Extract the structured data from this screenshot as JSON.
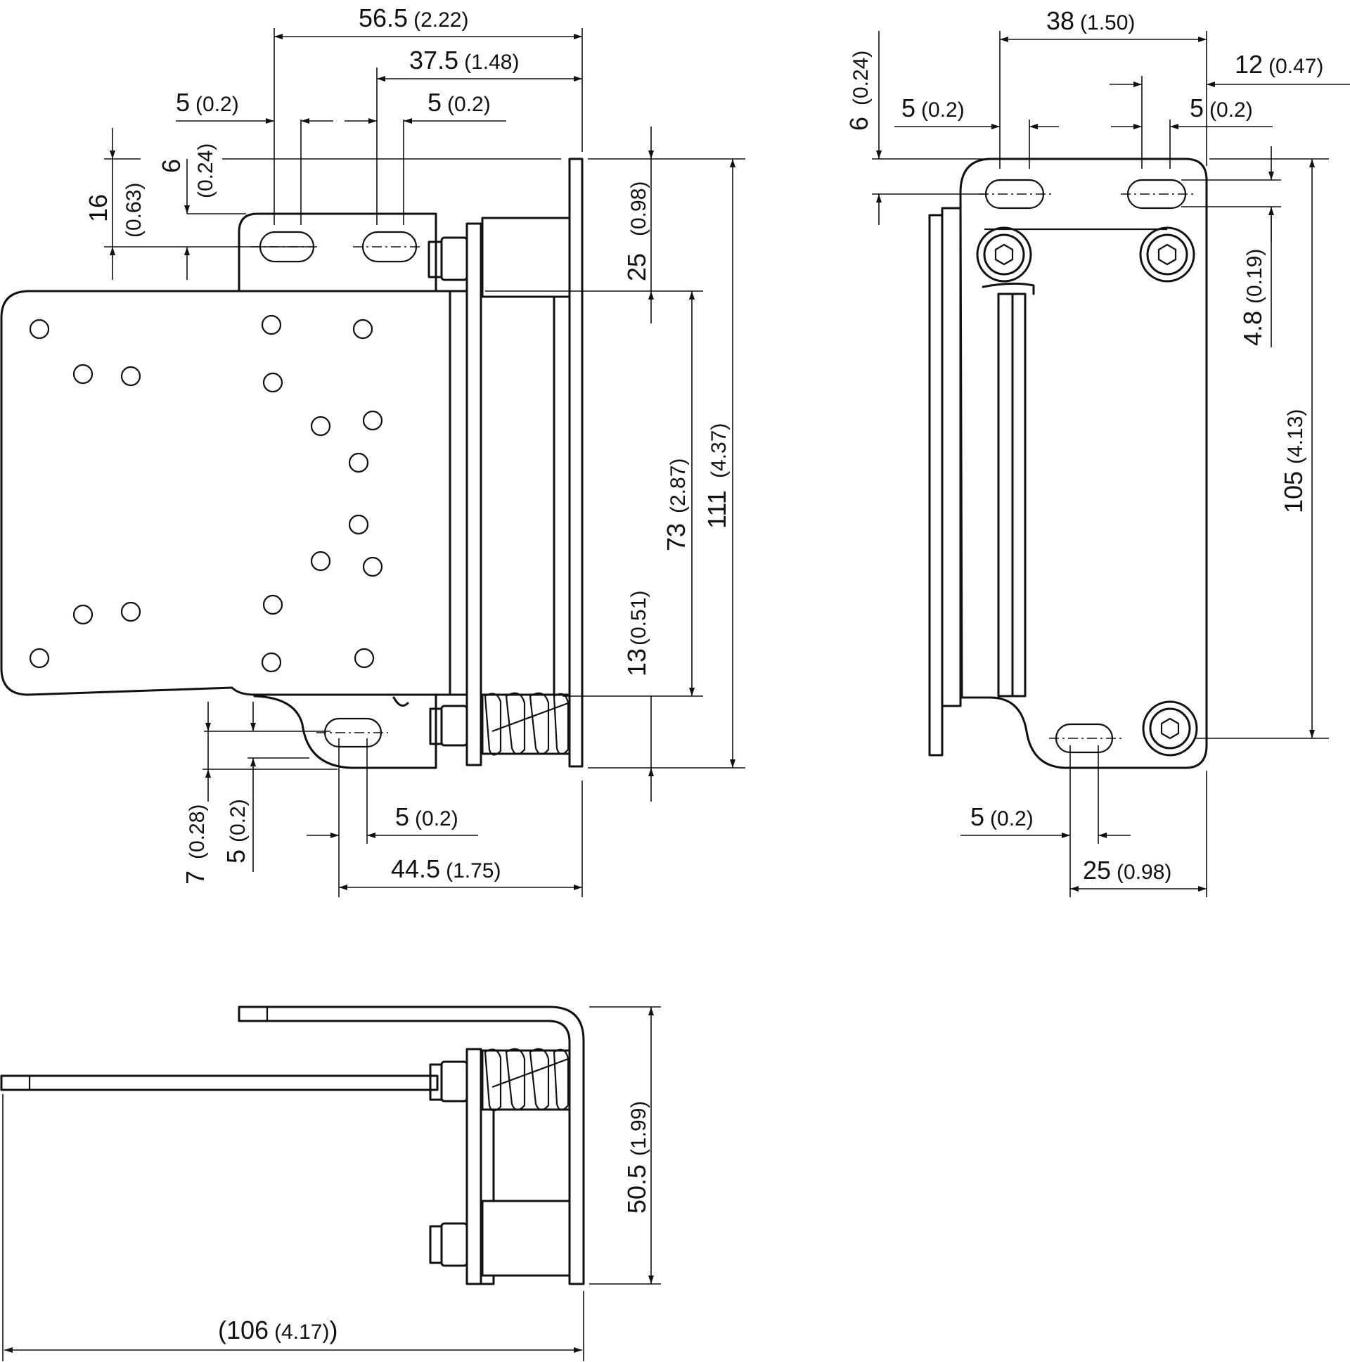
{
  "colors": {
    "ink": "#111111",
    "background": "#ffffff"
  },
  "labels": {
    "d56_5": "56.5",
    "d56_5_in": "(2.22)",
    "d37_5": "37.5",
    "d37_5_in": "(1.48)",
    "d5_tl": "5",
    "d5_tl_in": "(0.2)",
    "d5_tc": "5",
    "d5_tc_in": "(0.2)",
    "d6_l": "6",
    "d6_l_in": "(0.24)",
    "d16": "16",
    "d16_in": "(0.63)",
    "d25_v": "25",
    "d25_v_in": "(0.98)",
    "d73": "73",
    "d73_in": "(2.87)",
    "d111": "111",
    "d111_in": "(4.37)",
    "d13": "13",
    "d13_in": "(0.51)",
    "d7": "7",
    "d7_in": "(0.28)",
    "d5_bl": "5",
    "d5_bl_in": "(0.2)",
    "d5_bh": "5",
    "d5_bh_in": "(0.2)",
    "d44_5": "44.5",
    "d44_5_in": "(1.75)",
    "d38": "38",
    "d38_in": "(1.50)",
    "d12": "12",
    "d12_in": "(0.47)",
    "d6_r": "6",
    "d6_r_in": "(0.24)",
    "d5_rl": "5",
    "d5_rl_in": "(0.2)",
    "d5_rr": "5",
    "d5_rr_in": "(0.2)",
    "d4_8": "4.8",
    "d4_8_in": "(0.19)",
    "d105": "105",
    "d105_in": "(4.13)",
    "d5_rb": "5",
    "d5_rb_in": "(0.2)",
    "d25_rb": "25",
    "d25_rb_in": "(0.98)",
    "d50_5": "50.5",
    "d50_5_in": "(1.99)",
    "d106_open": "(106",
    "d106_in": "(4.17)",
    "d106_close": ")"
  }
}
